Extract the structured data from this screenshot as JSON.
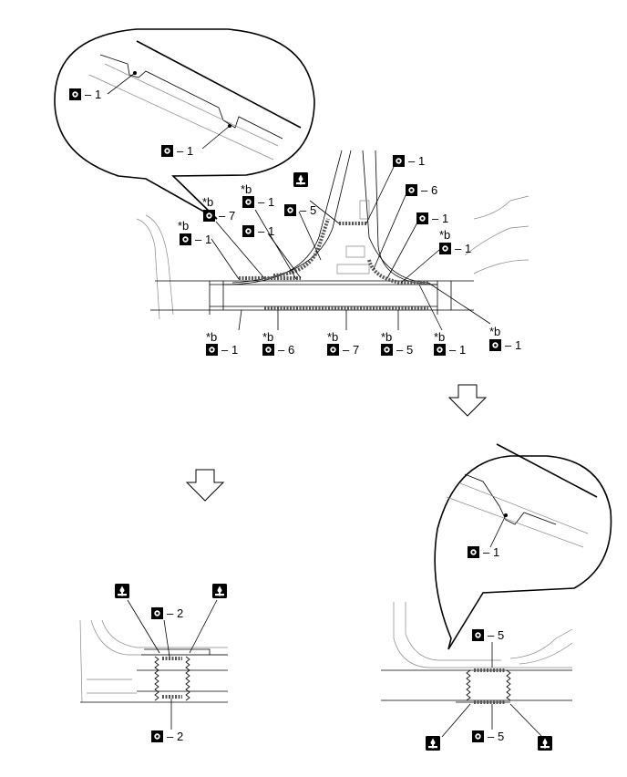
{
  "labels": {
    "dash": "–",
    "mk_b": "*b",
    "n1": "1",
    "n2": "2",
    "n5": "5",
    "n6": "6",
    "n7": "7"
  },
  "icons": {
    "weld_spot": "weld-spot-square-icon",
    "weld_symbol": "spot-weld-gun-icon",
    "arrow": "down-arrow-icon"
  },
  "colors": {
    "line": "#000000",
    "sealer": "#555555",
    "background": "#ffffff"
  }
}
